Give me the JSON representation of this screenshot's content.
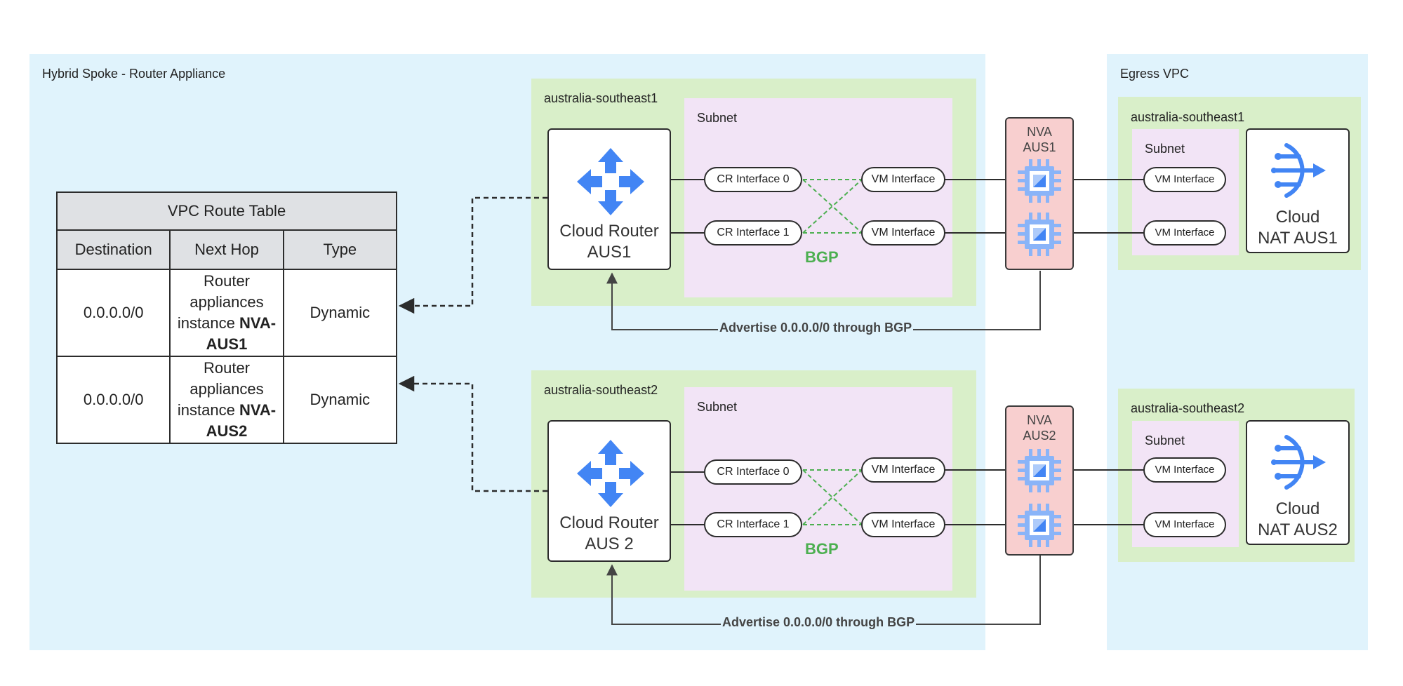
{
  "zones": {
    "hybrid": {
      "label": "Hybrid Spoke - Router Appliance"
    },
    "egress": {
      "label": "Egress VPC"
    }
  },
  "route_table": {
    "title": "VPC Route Table",
    "headers": [
      "Destination",
      "Next Hop",
      "Type"
    ],
    "rows": [
      {
        "destination": "0.0.0.0/0",
        "next_hop_prefix": "Router appliances",
        "next_hop_instance_word": "instance",
        "next_hop_name": "NVA-AUS1",
        "type": "Dynamic"
      },
      {
        "destination": "0.0.0.0/0",
        "next_hop_prefix": "Router appliances",
        "next_hop_instance_word": "instance",
        "next_hop_name": "NVA-AUS2",
        "type": "Dynamic"
      }
    ]
  },
  "hybrid_regions": [
    {
      "region": "australia-southeast1",
      "subnet_label": "Subnet",
      "router": {
        "line1": "Cloud Router",
        "line2": "AUS1",
        "icon": "cloud-router-icon"
      },
      "cr_interfaces": [
        "CR Interface 0",
        "CR Interface 1"
      ],
      "vm_interfaces": [
        "VM Interface",
        "VM Interface"
      ],
      "bgp_label": "BGP",
      "advertise": "Advertise 0.0.0.0/0 through BGP"
    },
    {
      "region": "australia-southeast2",
      "subnet_label": "Subnet",
      "router": {
        "line1": "Cloud Router",
        "line2": "AUS 2",
        "icon": "cloud-router-icon"
      },
      "cr_interfaces": [
        "CR Interface 0",
        "CR Interface 1"
      ],
      "vm_interfaces": [
        "VM Interface",
        "VM Interface"
      ],
      "bgp_label": "BGP",
      "advertise": "Advertise 0.0.0.0/0 through BGP"
    }
  ],
  "nvas": [
    {
      "line1": "NVA",
      "line2": "AUS1",
      "icon": "compute-chip-icon"
    },
    {
      "line1": "NVA",
      "line2": "AUS2",
      "icon": "compute-chip-icon"
    }
  ],
  "egress_regions": [
    {
      "region": "australia-southeast1",
      "subnet_label": "Subnet",
      "vm_interfaces": [
        "VM Interface",
        "VM Interface"
      ],
      "nat": {
        "line1": "Cloud",
        "line2": "NAT AUS1",
        "icon": "cloud-nat-icon"
      }
    },
    {
      "region": "australia-southeast2",
      "subnet_label": "Subnet",
      "vm_interfaces": [
        "VM Interface",
        "VM Interface"
      ],
      "nat": {
        "line1": "Cloud",
        "line2": "NAT AUS2",
        "icon": "cloud-nat-icon"
      }
    }
  ],
  "colors": {
    "zone_bg": "#e0f3fc",
    "region_bg": "#d9efc9",
    "subnet_bg": "#f2e4f6",
    "nva_bg": "#f8cfcf",
    "bgp_green": "#4caf50",
    "google_blue": "#4285f4"
  }
}
